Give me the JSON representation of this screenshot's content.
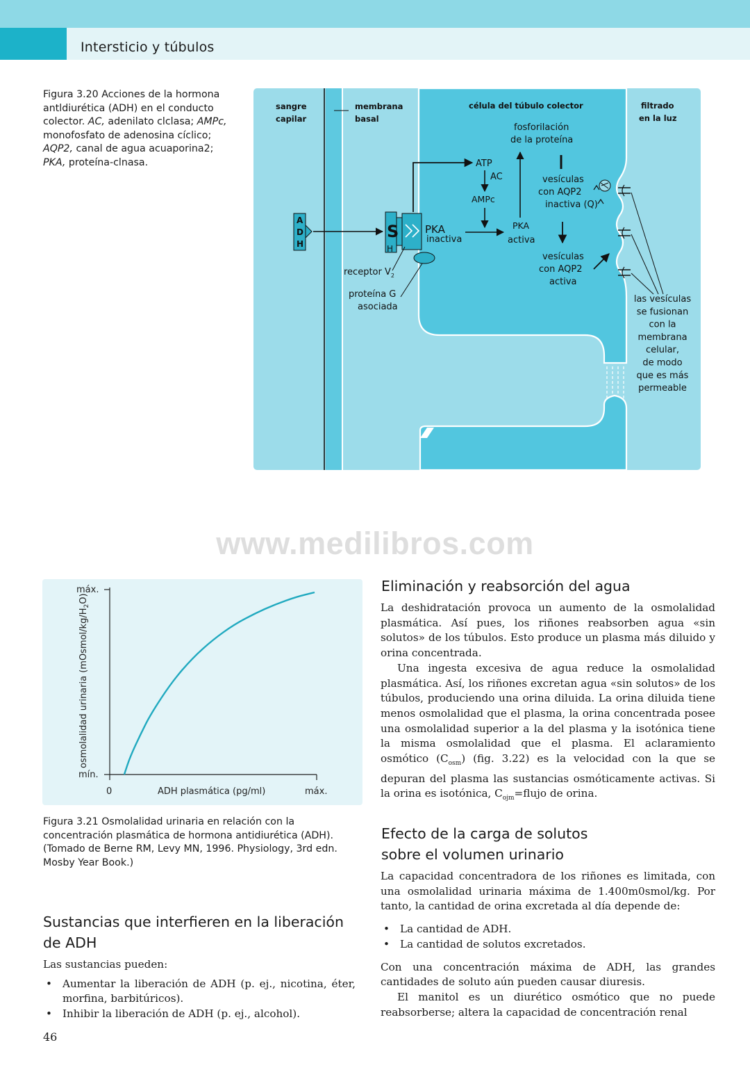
{
  "header": {
    "title": "Intersticio y túbulos"
  },
  "fig1": {
    "caption_parts": [
      {
        "t": "Figura 3.20 Acciones de la hormona antldiurética (ADH) en el conducto colector. ",
        "i": false
      },
      {
        "t": "AC,",
        "i": true
      },
      {
        "t": " adenilato clclasa; ",
        "i": false
      },
      {
        "t": "AMPc,",
        "i": true
      },
      {
        "t": " monofosfato de adenosina cíclico; ",
        "i": false
      },
      {
        "t": "AQP2,",
        "i": true
      },
      {
        "t": " canal de agua acuaporina2; ",
        "i": false
      },
      {
        "t": "PKA,",
        "i": true
      },
      {
        "t": " proteína-clnasa.",
        "i": false
      }
    ],
    "labels": {
      "blood_1": "sangre",
      "blood_2": "capilar",
      "membrane_1": "membrana",
      "membrane_2": "basal",
      "cell": "célula del túbulo colector",
      "lumen_1": "filtrado",
      "lumen_2": "en la luz",
      "phospho_1": "fosforilación",
      "phospho_2": "de la proteína",
      "atp": "ATP",
      "ac": "AC",
      "ampc": "AMPc",
      "pka_in_1": "PKA",
      "pka_in_2": "inactiva",
      "pka_act_1": "PKA",
      "pka_act_2": "activa",
      "ves_in_1": "vesículas",
      "ves_in_2": "con  AQP2",
      "ves_in_3": "inactiva (Q)",
      "ves_act_1": "vesículas",
      "ves_act_2": "con AQP2",
      "ves_act_3": "activa",
      "receptor": "receptor V",
      "receptor_sub": "2",
      "gprot_1": "proteína G",
      "gprot_2": "asociada",
      "adh_a": "A",
      "adh_d": "D",
      "adh_h": "H",
      "s": "S",
      "h": "H",
      "fuse": [
        "las vesículas",
        "se fusionan",
        "con la",
        "membrana",
        "celular,",
        "de modo",
        "que es más",
        "permeable"
      ]
    },
    "colors": {
      "panel": "#9cdcea",
      "cell": "#52c6df",
      "outline": "#ffffff",
      "line": "#111111",
      "adh": "#2db0c9"
    }
  },
  "watermark": "www.medilibros.com",
  "fig2": {
    "caption": "Figura 3.21 Osmolalidad urinaria en relación con la concentración plasmática de hormona antidiurética (ADH). (Tomado de Berne RM, Levy MN, 1996. Physiology, 3rd edn. Mosby Year Book.)",
    "colors": {
      "background": "#e3f4f8",
      "curve": "#20a9bf"
    }
  },
  "chart_data": {
    "type": "line",
    "title": "",
    "xlabel": "ADH plasmática (pg/ml)",
    "ylabel": "osmolalidad urinaria (mOsmol/kg/H2O)",
    "ylabel_parts": {
      "pre": "osmolalidad urinaria (mOsmol/kg/H",
      "sub": "2",
      "post": "O)"
    },
    "x_ticks": [
      "0",
      "máx."
    ],
    "y_ticks": [
      "mín.",
      "máx."
    ],
    "xlim": [
      0,
      1
    ],
    "ylim": [
      0,
      1
    ],
    "grid": false,
    "series": [
      {
        "x": [
          0.07,
          0.1,
          0.15,
          0.2,
          0.3,
          0.4,
          0.5,
          0.6,
          0.7,
          0.8,
          0.9,
          0.99
        ],
        "values": [
          0.0,
          0.1,
          0.22,
          0.33,
          0.5,
          0.63,
          0.73,
          0.81,
          0.87,
          0.92,
          0.96,
          0.985
        ]
      }
    ]
  },
  "sec1": {
    "title": "Sustancias que interfieren en la liberación de ADH",
    "intro": "Las sustancias pueden:",
    "bullets": [
      "Aumentar la liberación de ADH (p. ej., nicotina, éter, morfina, barbitúricos).",
      "Inhibir la liberación de ADH (p. ej., alcohol)."
    ]
  },
  "sec2": {
    "title": "Eliminación y reabsorción del agua",
    "p1": "La deshidratación provoca un aumento de la osmolalidad plasmática. Así pues, los riñones reabsorben agua «sin solutos» de los túbulos. Esto produce un plasma más diluido y orina concentrada.",
    "p2_a": "Una ingesta excesiva de agua reduce la osmolalidad plasmática. Así, los riñones excretan agua «sin solutos» de los túbulos, produciendo una orina diluida. La orina diluida tiene menos osmolalidad que el plasma, la orina concentrada posee una osmolalidad superior a la del plasma y la isotónica tiene la misma osmolalidad que el plasma. El aclaramiento osmótico (C",
    "p2_sub1": "osm",
    "p2_b": ") (fig. 3.22) es la velocidad con la que se depuran del plasma las sustancias osmóticamente activas. Si la orina es isotónica, C",
    "p2_sub2": "ojm",
    "p2_c": "=flujo de orina."
  },
  "sec3": {
    "title": "Efecto de la carga de solutos sobre el volumen urinario",
    "p1": "La capacidad concentradora de los riñones es limitada, con una osmolalidad urinaria máxima de 1.400m0smol/kg. Por tanto, la cantidad de orina excretada al día depende de:",
    "bullets": [
      "La cantidad de ADH.",
      "La cantidad de solutos excretados."
    ],
    "p2": "Con una concentración máxima de ADH, las grandes cantidades de soluto aún pueden causar diuresis.",
    "p3": "El manitol es un diurético osmótico que no puede reabsorberse; altera la capacidad de concentración renal"
  },
  "page_number": "46"
}
